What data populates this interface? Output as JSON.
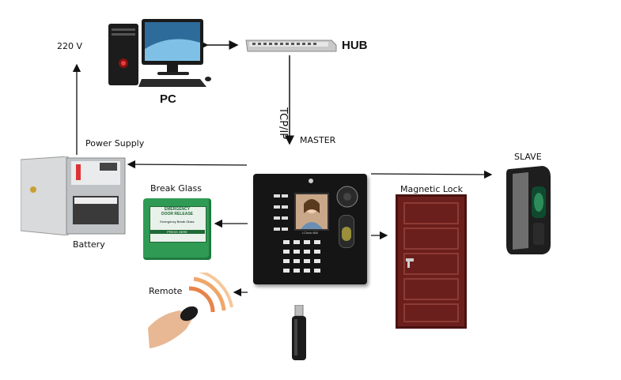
{
  "labels": {
    "voltage": "220 V",
    "pc": "PC",
    "hub": "HUB",
    "tcpip": "TCP/IP",
    "master": "MASTER",
    "power_supply": "Power Supply",
    "battery": "Battery",
    "break_glass": "Break Glass",
    "magnetic_lock": "Magnetic Lock",
    "slave": "SLAVE",
    "remote": "Remote"
  },
  "device_screen": {
    "caption": "i-Clock 660"
  },
  "break_glass_panel": {
    "line1": "EMERGENCY",
    "line2": "DOOR RELEASE",
    "line3": "Emergency Break Glass",
    "line4": "PRESS HERE"
  },
  "colors": {
    "accent_green": "#2e9a54",
    "door_brown": "#6b1f1c",
    "device_black": "#151515",
    "enclosure_gray": "#cfd2d4"
  }
}
